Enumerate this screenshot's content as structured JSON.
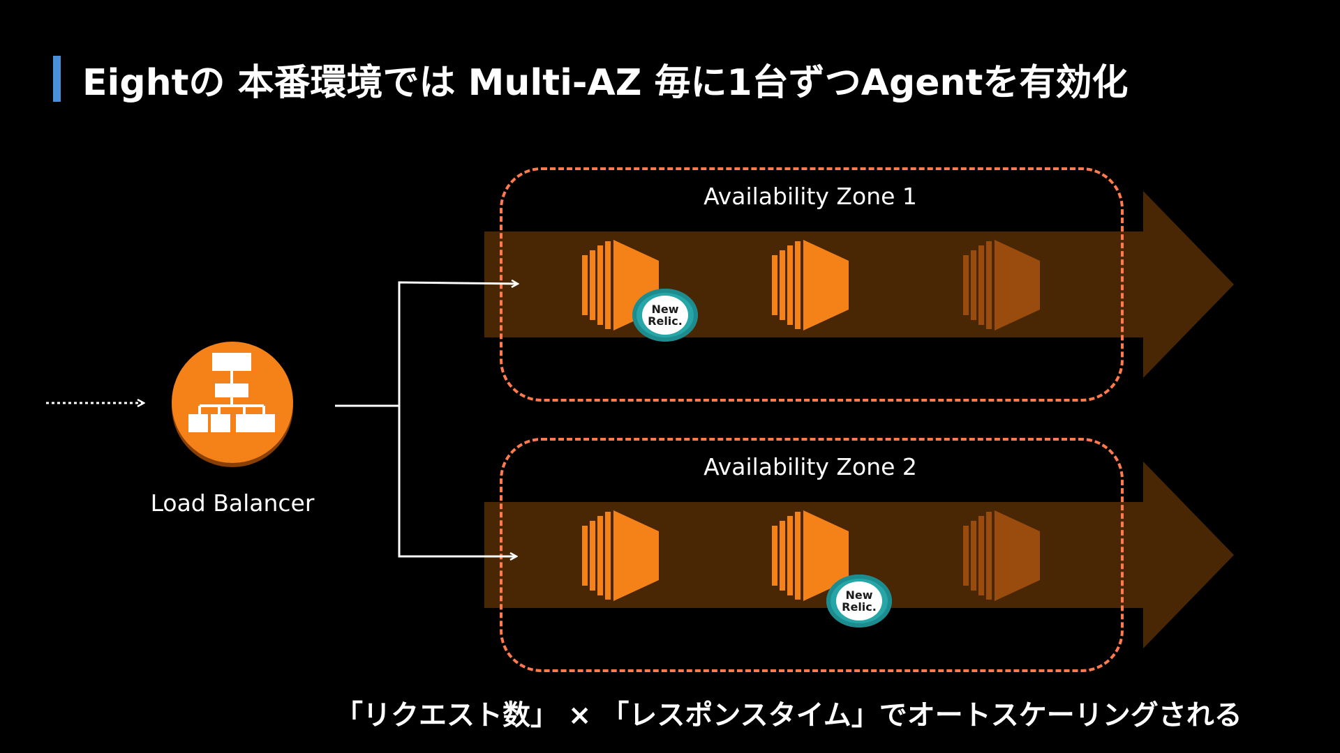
{
  "title": "Eightの 本番環境では Multi-AZ 毎に1台ずつAgentを有効化",
  "load_balancer": {
    "label": "Load Balancer",
    "icon": "load-balancer-icon",
    "color": "#f58218"
  },
  "zones": [
    {
      "label": "Availability Zone 1",
      "new_relic_on_instance": 1
    },
    {
      "label": "Availability Zone 2",
      "new_relic_on_instance": 2
    }
  ],
  "new_relic": {
    "line1": "New",
    "line2": "Relic."
  },
  "footer": "「リクエスト数」 × 「レスポンスタイム」でオートスケーリングされる",
  "colors": {
    "accent": "#4a90d9",
    "orange": "#f58218",
    "zone_border": "#ff7a4d",
    "lane": "#4a2704",
    "new_relic": "#27a6a8"
  }
}
